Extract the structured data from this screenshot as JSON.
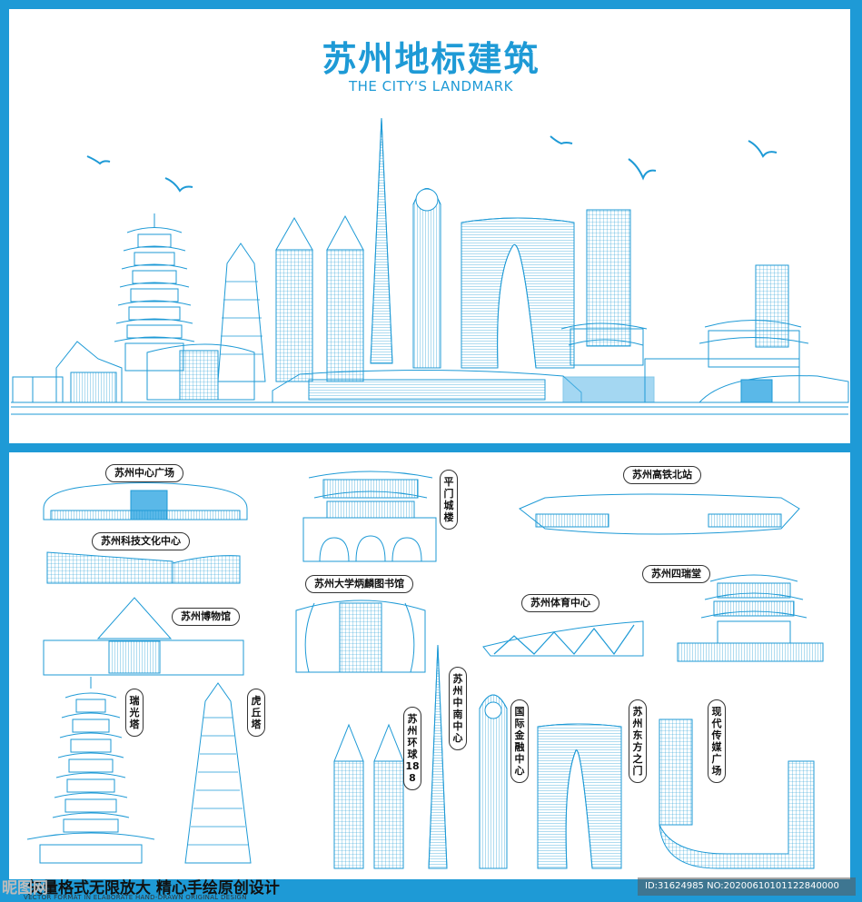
{
  "header": {
    "title": "苏州地标建筑",
    "subtitle": "THE CITY'S LANDMARK"
  },
  "labels": {
    "center_square": "苏州中心广场",
    "science_center": "苏州科技文化中心",
    "museum": "苏州博物馆",
    "ruiguang_pagoda": "瑞光塔",
    "tiger_hill_pagoda": "虎丘塔",
    "pingmen_gate": "平门城楼",
    "library": "苏州大学炳麟图书馆",
    "hsr_station": "苏州高铁北站",
    "sports_center": "苏州体育中心",
    "sirui_hall": "苏州四瑞堂",
    "zhongnan_center": "苏州中南中心",
    "huanqiu_188": "苏州环球188",
    "ifc": "国际金融中心",
    "gate_of_orient": "苏州东方之门",
    "media_plaza": "现代传媒广场"
  },
  "footer": {
    "text": "矢量格式无限放大 精心手绘原创设计",
    "subtext": "VECTOR FORMAT IN ELABORATE HAND-DRAWN ORIGINAL DESIGN"
  },
  "watermark": {
    "left": "昵图网",
    "right": "ID:31624985 NO:20200610101122840000"
  },
  "colors": {
    "accent": "#1e9ad6",
    "line": "#1e9ad6",
    "fill": "#5ab8e8"
  }
}
